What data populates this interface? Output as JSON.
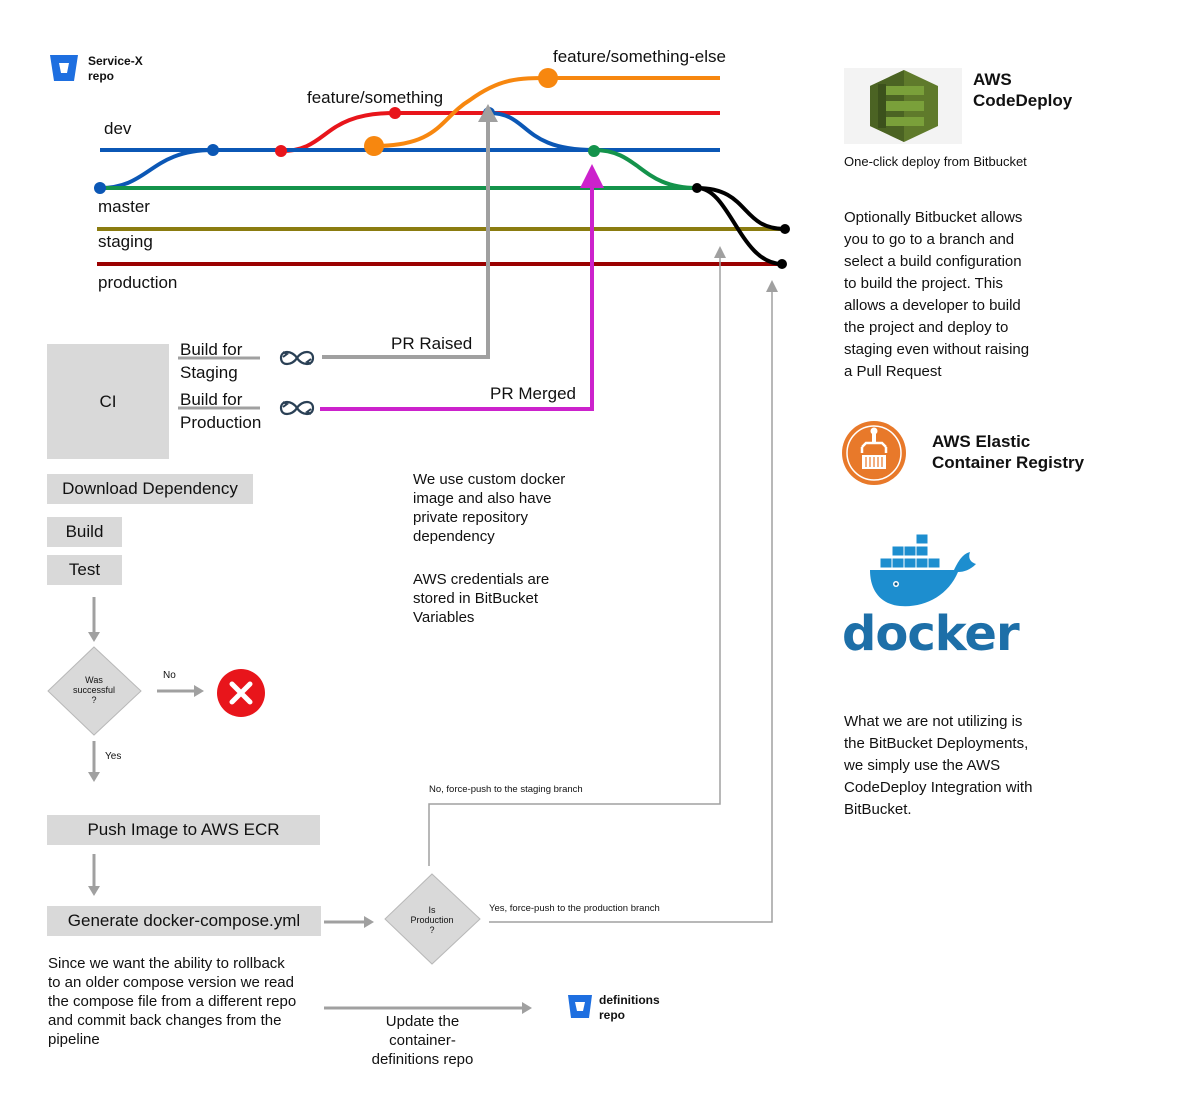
{
  "repo": {
    "name_line1": "Service-X",
    "name_line2": "repo"
  },
  "branches": {
    "dev": "dev",
    "master": "master",
    "staging": "staging",
    "production": "production",
    "feature_something": "feature/something",
    "feature_something_else": "feature/something-else"
  },
  "ci": {
    "label": "CI",
    "build_staging_l1": "Build for",
    "build_staging_l2": "Staging",
    "build_production_l1": "Build for",
    "build_production_l2": "Production",
    "pr_raised": "PR Raised",
    "pr_merged": "PR Merged"
  },
  "steps": {
    "download": "Download Dependency",
    "build": "Build",
    "test": "Test",
    "decision_l1": "Was",
    "decision_l2": "successful",
    "decision_l3": "?",
    "no": "No",
    "yes": "Yes",
    "push_image": "Push Image to AWS ECR",
    "generate": "Generate docker-compose.yml",
    "prod_l1": "Is",
    "prod_l2": "Production",
    "prod_l3": "?",
    "no_staging": "No, force-push to the staging branch",
    "yes_production": "Yes, force-push to the production branch"
  },
  "notes": {
    "docker_note_l1": "We use custom docker",
    "docker_note_l2": "image and also have",
    "docker_note_l3": "private repository",
    "docker_note_l4": "dependency",
    "aws_note_l1": "AWS credentials are",
    "aws_note_l2": "stored in BitBucket",
    "aws_note_l3": "Variables",
    "rollback_l1": "Since we want the ability to rollback",
    "rollback_l2": "to an older compose version we read",
    "rollback_l3": "the compose file from a different repo",
    "rollback_l4": "and commit back changes from the",
    "rollback_l5": "pipeline",
    "update_l1": "Update the",
    "update_l2": "container-",
    "update_l3": "definitions repo",
    "definitions_l1": "definitions",
    "definitions_l2": "repo"
  },
  "right": {
    "codedeploy_l1": "AWS",
    "codedeploy_l2": "CodeDeploy",
    "codedeploy_caption": "One-click deploy from Bitbucket",
    "optional_l1": "Optionally Bitbucket allows",
    "optional_l2": "you to go to a branch and",
    "optional_l3": "select a build configuration",
    "optional_l4": "to build the project. This",
    "optional_l5": "allows a developer to build",
    "optional_l6": "the project and deploy to",
    "optional_l7": "staging even without raising",
    "optional_l8": "a Pull Request",
    "ecr_l1": "AWS Elastic",
    "ecr_l2": "Container Registry",
    "docker_word": "docker",
    "not_util_l1": "What we are not utilizing is",
    "not_util_l2": "the BitBucket Deployments,",
    "not_util_l3": "we simply use the AWS",
    "not_util_l4": "CodeDeploy Integration with",
    "not_util_l5": "BitBucket."
  },
  "icons": {
    "bitbucket": "bitbucket-icon",
    "cycle": "sync-icon",
    "fail": "error-x-icon",
    "codedeploy": "aws-codedeploy-icon",
    "ecr": "aws-ecr-icon",
    "docker": "docker-whale-icon"
  },
  "colors": {
    "dev": "#0b57b5",
    "feature": "#e8151b",
    "feature_else": "#f7870f",
    "master": "#14934b",
    "staging": "#8b7c10",
    "production": "#9a0000",
    "pr_merged": "#cc22cc",
    "gray": "#a0a0a0",
    "bitbucket": "#1e6fe0",
    "error": "#e8151b"
  }
}
